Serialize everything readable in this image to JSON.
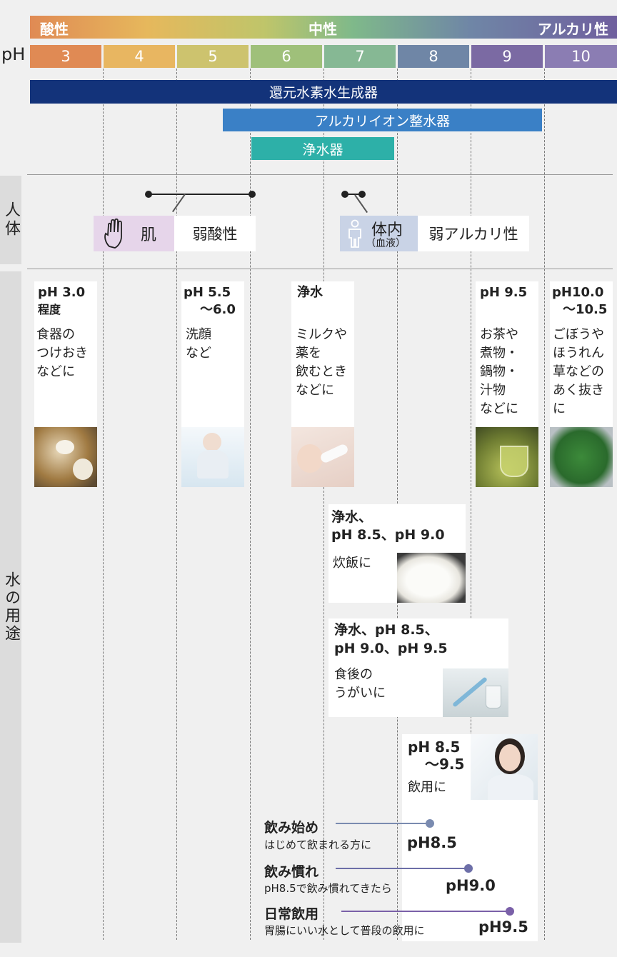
{
  "scale": {
    "acid_label": "酸性",
    "neutral_label": "中性",
    "alkaline_label": "アルカリ性",
    "ph_label": "pH",
    "ph_values": [
      "3",
      "4",
      "5",
      "6",
      "7",
      "8",
      "9",
      "10"
    ],
    "ph_colors": [
      "#e08a54",
      "#e8b661",
      "#cdc36e",
      "#9fc07a",
      "#86b894",
      "#6f86a6",
      "#7b6aa3",
      "#8b7db3"
    ]
  },
  "devices": {
    "hydrogen": "還元水素水生成器",
    "alkaline_ion": "アルカリイオン整水器",
    "purifier": "浄水器",
    "colors": {
      "hydrogen": "#13337a",
      "alkaline_ion": "#3a80c6",
      "purifier": "#2db0a8"
    }
  },
  "human": {
    "side_label": "人体",
    "skin": {
      "label": "肌",
      "value": "弱酸性",
      "icon": "hand-icon",
      "bg": "#e6d5ea"
    },
    "body": {
      "label": "体内",
      "sub": "（血液）",
      "value": "弱アルカリ性",
      "icon": "person-icon",
      "bg": "#c9d3e6"
    }
  },
  "uses": {
    "side_label": "水の用途",
    "cards": [
      {
        "title1": "pH 3.0",
        "title2": "程度",
        "desc": [
          "食器の",
          "つけおき",
          "などに"
        ]
      },
      {
        "title1": "pH 5.5",
        "title2": "～6.0",
        "desc": [
          "洗顔",
          "など"
        ]
      },
      {
        "title1": "浄水",
        "title2": "",
        "desc": [
          "ミルクや",
          "薬を",
          "飲むとき",
          "などに"
        ]
      },
      {
        "title1": "pH 9.5",
        "title2": "",
        "desc": [
          "お茶や",
          "煮物・",
          "鍋物・",
          "汁物",
          "などに"
        ]
      },
      {
        "title1": "pH10.0",
        "title2": "～10.5",
        "desc": [
          "ごぼうや",
          "ほうれん",
          "草などの",
          "あく抜き",
          "に"
        ]
      }
    ],
    "rice": {
      "title1": "浄水、",
      "title2": "pH 8.5、pH 9.0",
      "desc": "炊飯に"
    },
    "gargle": {
      "title1": "浄水、pH 8.5、",
      "title2": "pH 9.0、pH 9.5",
      "desc": [
        "食後の",
        "うがいに"
      ]
    },
    "drink": {
      "title1": "pH 8.5",
      "title2": "～9.5",
      "desc": "飲用に"
    }
  },
  "drinking": [
    {
      "title": "飲み始め",
      "sub": "はじめて飲まれる方に",
      "ph": "pH8.5",
      "color": "#7a8bb0"
    },
    {
      "title": "飲み慣れ",
      "sub": "pH8.5で飲み慣れてきたら",
      "ph": "pH9.0",
      "color": "#6d6fa8"
    },
    {
      "title": "日常飲用",
      "sub": "胃腸にいい水として普段の飲用に",
      "ph": "pH9.5",
      "color": "#7a60a8"
    }
  ]
}
